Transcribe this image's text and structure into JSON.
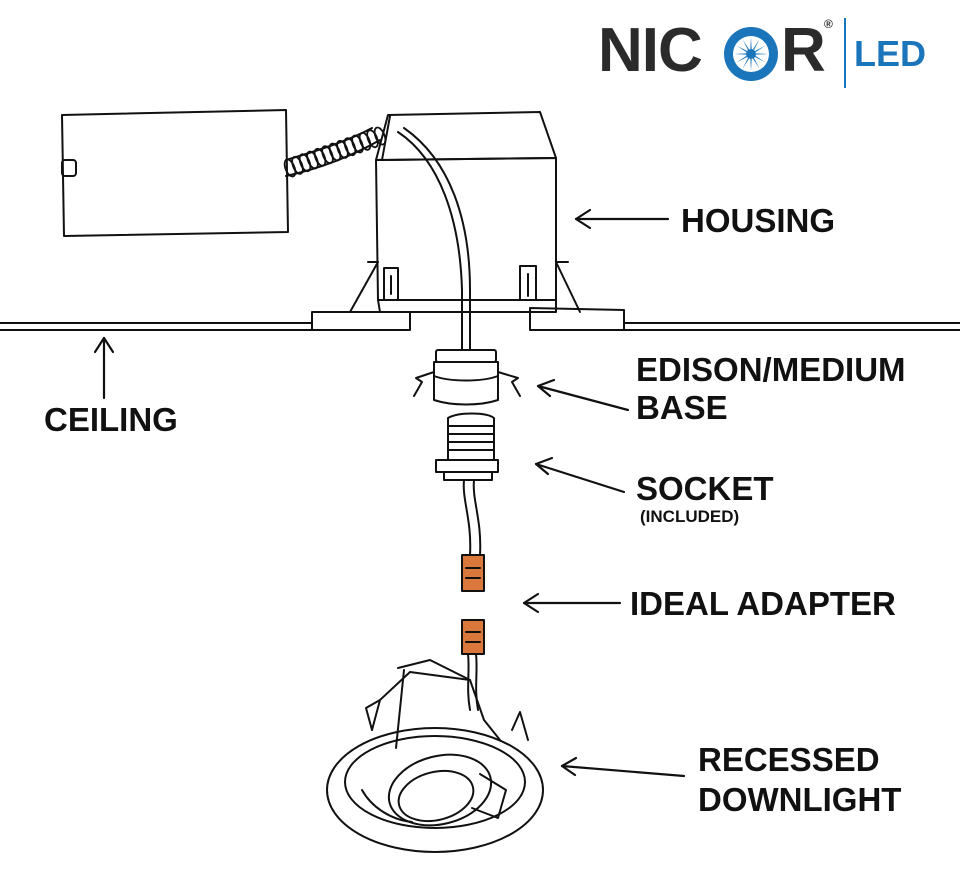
{
  "brand": {
    "name_part1": "NIC",
    "name_part2": "R",
    "registered": "®",
    "suffix": "LED",
    "text_color": "#2b2b2b",
    "accent_color": "#1b75bb"
  },
  "labels": {
    "housing": "HOUSING",
    "ceiling": "CEILING",
    "edison_line1": "EDISON/MEDIUM",
    "edison_line2": "BASE",
    "socket": "SOCKET",
    "socket_note": "(INCLUDED)",
    "adapter": "IDEAL ADAPTER",
    "downlight_line1": "RECESSED",
    "downlight_line2": "DOWNLIGHT"
  },
  "colors": {
    "line": "#111111",
    "connector": "#d9783a"
  }
}
